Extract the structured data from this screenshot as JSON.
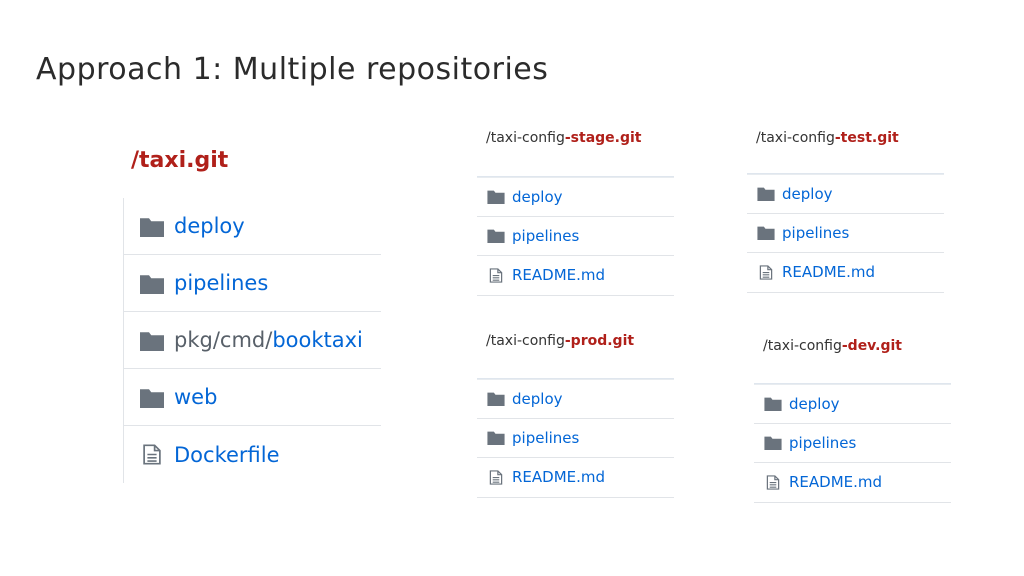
{
  "slide": {
    "title": "Approach 1: Multiple repositories"
  },
  "colors": {
    "accent": "#b0201a",
    "link": "#0366d6",
    "icon": "#6a737d"
  },
  "main_repo": {
    "label": "/taxi.git",
    "items": [
      {
        "icon": "folder-icon",
        "name": "deploy"
      },
      {
        "icon": "folder-icon",
        "name": "pipelines"
      },
      {
        "icon": "folder-icon",
        "prefix": "pkg/cmd/",
        "name": "booktaxi"
      },
      {
        "icon": "folder-icon",
        "name": "web"
      },
      {
        "icon": "file-icon",
        "name": "Dockerfile"
      }
    ]
  },
  "config_repos": {
    "stage": {
      "label_prefix": "/taxi-config",
      "label_suffix": "-stage.git",
      "items": [
        "deploy",
        "pipelines",
        "README.md"
      ]
    },
    "test": {
      "label_prefix": "/taxi-config",
      "label_suffix": "-test.git",
      "items": [
        "deploy",
        "pipelines",
        "README.md"
      ]
    },
    "prod": {
      "label_prefix": "/taxi-config",
      "label_suffix": "-prod.git",
      "items": [
        "deploy",
        "pipelines",
        "README.md"
      ]
    },
    "dev": {
      "label_prefix": "/taxi-config",
      "label_suffix": "-dev.git",
      "items": [
        "deploy",
        "pipelines",
        "README.md"
      ]
    }
  }
}
